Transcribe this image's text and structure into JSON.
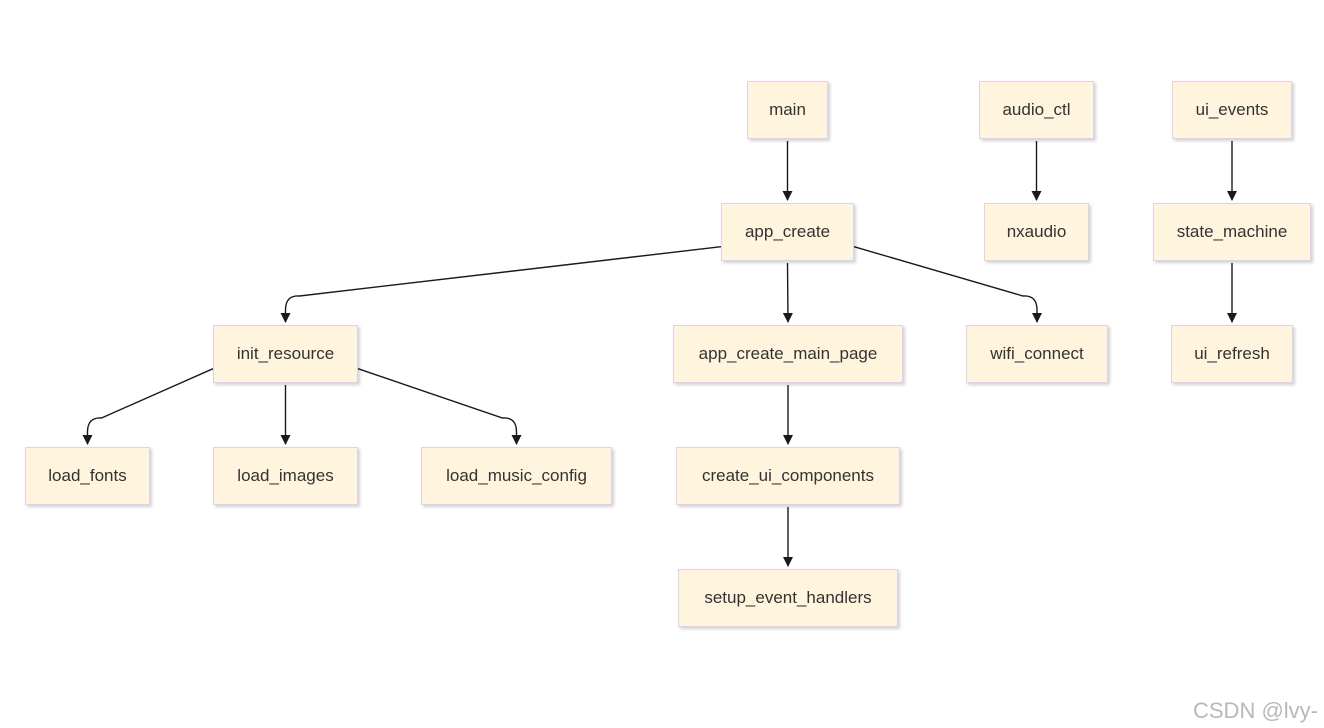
{
  "colors": {
    "node_fill": "#fff4dd",
    "node_border": "#e2cfe9",
    "edge": "#1a1a1a",
    "text": "#333333"
  },
  "nodes": {
    "main": "main",
    "audio_ctl": "audio_ctl",
    "ui_events": "ui_events",
    "app_create": "app_create",
    "nxaudio": "nxaudio",
    "state_machine": "state_machine",
    "init_resource": "init_resource",
    "app_create_main_page": "app_create_main_page",
    "wifi_connect": "wifi_connect",
    "ui_refresh": "ui_refresh",
    "load_fonts": "load_fonts",
    "load_images": "load_images",
    "load_music_config": "load_music_config",
    "create_ui_components": "create_ui_components",
    "setup_event_handlers": "setup_event_handlers"
  },
  "edges": [
    {
      "from": "main",
      "to": "app_create"
    },
    {
      "from": "audio_ctl",
      "to": "nxaudio"
    },
    {
      "from": "ui_events",
      "to": "state_machine"
    },
    {
      "from": "app_create",
      "to": "init_resource"
    },
    {
      "from": "app_create",
      "to": "app_create_main_page"
    },
    {
      "from": "app_create",
      "to": "wifi_connect"
    },
    {
      "from": "state_machine",
      "to": "ui_refresh"
    },
    {
      "from": "init_resource",
      "to": "load_fonts"
    },
    {
      "from": "init_resource",
      "to": "load_images"
    },
    {
      "from": "init_resource",
      "to": "load_music_config"
    },
    {
      "from": "app_create_main_page",
      "to": "create_ui_components"
    },
    {
      "from": "create_ui_components",
      "to": "setup_event_handlers"
    }
  ],
  "watermark": "CSDN @lvy-"
}
